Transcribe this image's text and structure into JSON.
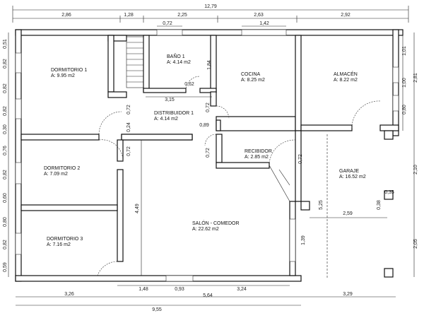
{
  "plan": {
    "overall_top": "12,79",
    "top_dims": [
      "2,86",
      "1,28",
      "2,25",
      "2,63",
      "2,92"
    ],
    "top_inner": [
      "0,72",
      "1,42"
    ],
    "left_dims": [
      "0,51",
      "0,82",
      "0,82",
      "0,82",
      "0,30",
      "0,76",
      "0,82",
      "0,60",
      "0,80",
      "0,82",
      "0,59"
    ],
    "right_dims": [
      "1,01",
      "1,00",
      "0,80",
      "2,81",
      "2,10",
      "2,05"
    ],
    "bottom_row1": [
      "1,48",
      "0,93",
      "3,24"
    ],
    "bottom_row2": [
      "3,26",
      "5,64",
      "3,29"
    ],
    "bottom_total": "9,55",
    "misc_dims": {
      "d_184": "1,84",
      "d_062": "0,62",
      "d_315": "3,15",
      "d_072a": "0,72",
      "d_072b": "0,72",
      "d_072c": "0,72",
      "d_072d": "0,72",
      "d_072e": "0,72",
      "d_024": "0,24",
      "d_089": "0,89",
      "d_449": "4,49",
      "d_525": "5,25",
      "d_259": "2,59",
      "d_139": "1,39",
      "d_035": "0,35",
      "d_038": "0,38"
    },
    "rooms": [
      {
        "name": "DORMITORIO 1",
        "area": "A: 9.95 m2"
      },
      {
        "name": "BAÑO 1",
        "area": "A: 4.14 m2"
      },
      {
        "name": "COCINA",
        "area": "A: 8.25 m2"
      },
      {
        "name": "ALMACÉN",
        "area": "A: 8.22 m2"
      },
      {
        "name": "DISTRIBUIDOR 1",
        "area": "A: 4.14 m2"
      },
      {
        "name": "RECIBIDOR",
        "area": "A: 2.85 m2"
      },
      {
        "name": "DORMITORIO 2",
        "area": "A: 7.09 m2"
      },
      {
        "name": "GARAJE",
        "area": "A: 16.52 m2"
      },
      {
        "name": "SALÓN - COMEDOR",
        "area": "A: 22.62 m2"
      },
      {
        "name": "DORMITORIO 3",
        "area": "A: 7.16 m2"
      }
    ]
  }
}
